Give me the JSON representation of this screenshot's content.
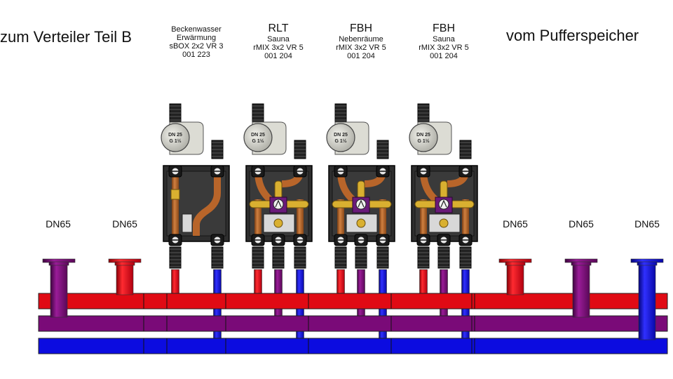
{
  "labels": {
    "left_destination": "zum Verteiler Teil B",
    "right_source": "vom Pufferspeicher"
  },
  "modules": [
    {
      "title": "",
      "lines": [
        "Beckenwasser",
        "Erwärmung",
        "sBOX 2x2 VR 3",
        "001 223"
      ],
      "type": "sBOX",
      "pump_label": [
        "DN 25",
        "G 1½"
      ],
      "connections": [
        "supply",
        "return"
      ]
    },
    {
      "title": "RLT",
      "lines": [
        "Sauna",
        "rMIX 3x2 VR 5",
        "001 204"
      ],
      "type": "rMIX",
      "pump_label": [
        "DN 25",
        "G 1½"
      ],
      "connections": [
        "supply",
        "mixed",
        "return"
      ]
    },
    {
      "title": "FBH",
      "lines": [
        "Nebenräume",
        "rMIX 3x2 VR 5",
        "001 204"
      ],
      "type": "rMIX",
      "pump_label": [
        "DN 25",
        "G 1½"
      ],
      "connections": [
        "supply",
        "mixed",
        "return"
      ]
    },
    {
      "title": "FBH",
      "lines": [
        "Sauna",
        "rMIX 3x2 VR 5",
        "001 204"
      ],
      "type": "rMIX",
      "pump_label": [
        "DN 25",
        "G 1½"
      ],
      "connections": [
        "supply",
        "mixed",
        "return"
      ]
    }
  ],
  "flanges": [
    {
      "label": "DN65",
      "line": "mixed"
    },
    {
      "label": "DN65",
      "line": "supply"
    },
    {
      "label": "DN65",
      "line": "supply"
    },
    {
      "label": "DN65",
      "line": "mixed"
    },
    {
      "label": "DN65",
      "line": "return"
    }
  ],
  "manifold_bars": [
    {
      "name": "supply",
      "color": "#e00a14"
    },
    {
      "name": "mixed",
      "color": "#7a0a78"
    },
    {
      "name": "return",
      "color": "#0c0ce0"
    }
  ],
  "colors": {
    "supply": "#e00a14",
    "mixed": "#7a0a78",
    "return": "#0c0ce0",
    "copper": "#b8652a",
    "brass": "#d9b030",
    "housing": "#2e2e2e",
    "pump_body": "#dcdcd4",
    "actuator": "#6a1a7a"
  }
}
